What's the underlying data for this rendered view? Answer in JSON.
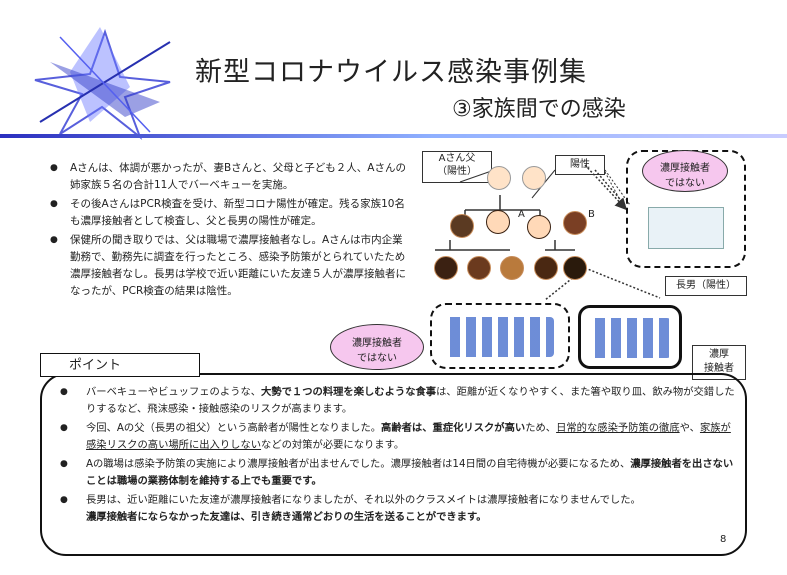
{
  "header": {
    "title": "新型コロナウイルス感染事例集",
    "subtitle": "③家族間での感染"
  },
  "summary": {
    "bullets": [
      "Aさんは、体調が悪かったが、妻Bさんと、父母と子ども２人、Aさんの姉家族５名の合計11人でバーベキューを実施。",
      "その後AさんはPCR検査を受け、新型コロナ陽性が確定。残る家族10名も濃厚接触者として検査し、父と長男の陽性が確定。",
      "保健所の聞き取りでは、父は職場で濃厚接触者なし。Aさんは市内企業勤務で、勤務先に調査を行ったところ、感染予防策がとられていたため濃厚接触者なし。長男は学校で近い距離にいた友達５人が濃厚接触者になったが、PCR検査の結果は陰性。"
    ]
  },
  "diagram": {
    "father_label_1": "Aさん父",
    "father_label_2": "（陽性）",
    "positive_label": "陽性",
    "a_label": "A",
    "b_label": "B",
    "no_contact_top_1": "濃厚接触者",
    "no_contact_top_2": "ではない",
    "son_label": "長男（陽性）",
    "no_contact_left_1": "濃厚接触者",
    "no_contact_left_2": "ではない",
    "contact_1": "濃厚",
    "contact_2": "接触者"
  },
  "points": {
    "label": "ポイント",
    "p1a": "バーベキューやビュッフェのような、",
    "p1b": "大勢で１つの料理を楽しむような食事",
    "p1c": "は、距離が近くなりやすく、また箸や取り皿、飲み物が交錯したりするなど、飛沫感染・接触感染のリスクが高まります。",
    "p2a": "今回、Aの父（長男の祖父）という高齢者が陽性となりました。",
    "p2b": "高齢者は、重症化リスクが高い",
    "p2c": "ため、",
    "p2d": "日常的な感染予防策の徹底",
    "p2e": "や、",
    "p2f": "家族が感染リスクの高い場所に出入りしない",
    "p2g": "などの対策が必要になります。",
    "p3a": "Aの職場は感染予防策の実施により濃厚接触者が出ませんでした。濃厚接触者は14日間の自宅待機が必要になるため、",
    "p3b": "濃厚接触者を出さないことは職場の業務体制を維持する上でも重要です。",
    "p4a": "長男は、近い距離にいた友達が濃厚接触者になりましたが、それ以外のクラスメイトは濃厚接触者になりませんでした。",
    "p4b": "濃厚接触者にならなかった友達は、引き続き通常どおりの生活を送ることができます。",
    "page": "8"
  }
}
